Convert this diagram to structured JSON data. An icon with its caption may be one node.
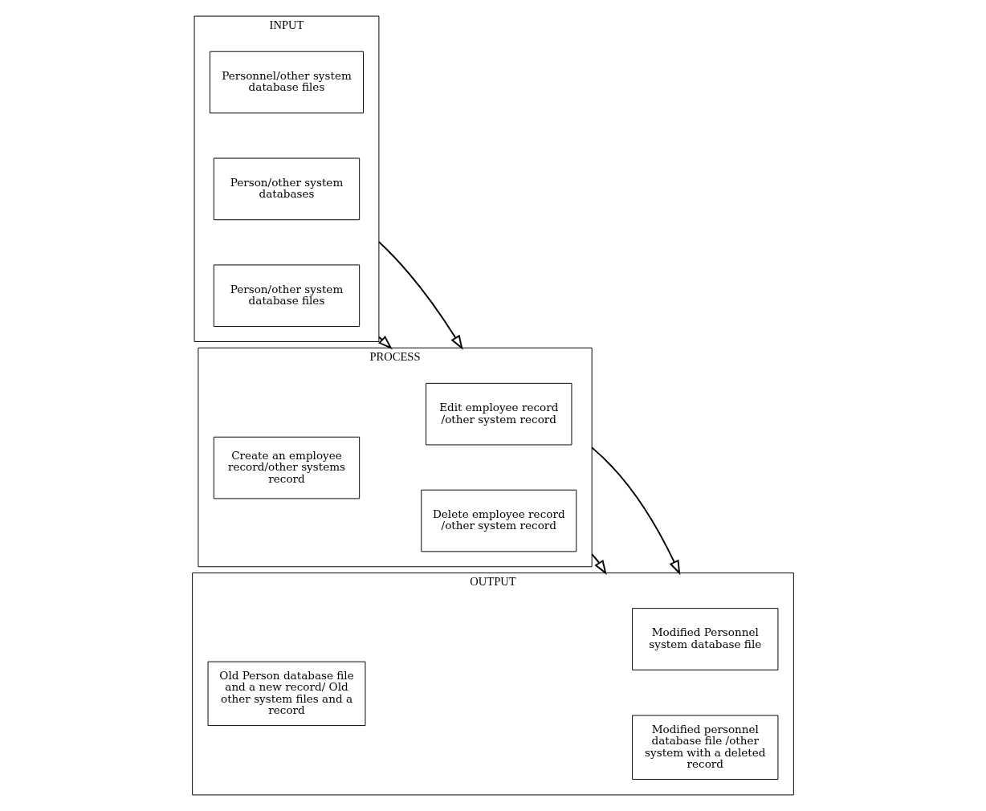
{
  "diagram": {
    "nodes": [
      {
        "text": [
          "INPUT"
        ]
      },
      {
        "text": [
          "Personnel/other system database files"
        ],
        "in": 0
      },
      {
        "text": [
          "Person/other system databases"
        ],
        "in": 0
      },
      {
        "text": [
          "Person/other system database files"
        ],
        "in": 0
      },
      {
        "text": [
          "PROCESS"
        ]
      },
      {
        "text": [
          "Create an employee record/other systems record"
        ],
        "in": 4
      },
      {
        "text": [
          "Edit employee record /other system record"
        ],
        "in": 4
      },
      {
        "text": [
          "Delete employee record /other system record"
        ],
        "in": 4
      },
      {
        "text": [
          "OUTPUT"
        ]
      },
      {
        "text": [
          "Old Person database file and a new record/ Old other system files and a record"
        ],
        "in": 8
      },
      {
        "text": [
          "Modified Personnel system database file"
        ],
        "in": 8
      },
      {
        "text": [
          "Modified personnel database file /other system with a deleted record"
        ],
        "in": 8
      }
    ],
    "edges": [
      {
        "from": 0,
        "to": 4,
        "arrow": "to"
      },
      {
        "from": 0,
        "to": 4,
        "arrow": "to"
      },
      {
        "from": 4,
        "to": 8,
        "arrow": "to"
      },
      {
        "from": 4,
        "to": 8,
        "arrow": "to"
      }
    ]
  }
}
